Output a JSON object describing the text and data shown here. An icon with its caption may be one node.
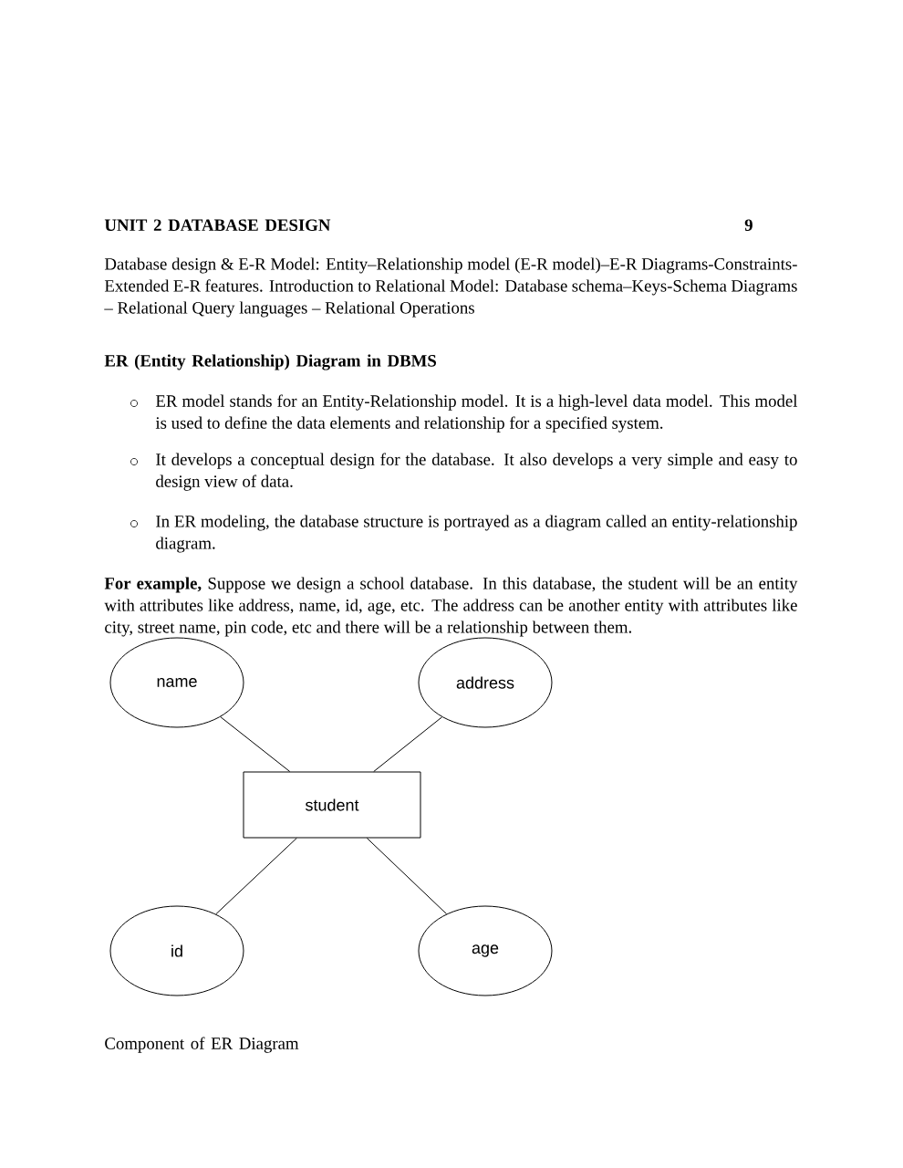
{
  "diagram": {
    "title": "UNIT 2 DATABASE DESIGN",
    "caption": "Component of ER Diagram",
    "nodes": [
      {
        "text": [
          "name"
        ]
      },
      {
        "text": [
          "address"
        ]
      },
      {
        "text": [
          "student"
        ]
      },
      {
        "text": [
          "id"
        ]
      },
      {
        "text": [
          "age"
        ]
      }
    ],
    "edges": [
      {
        "from": 0,
        "to": 2,
        "arrow": "none"
      },
      {
        "from": 1,
        "to": 2,
        "arrow": "none"
      },
      {
        "from": 2,
        "to": 3,
        "arrow": "none"
      },
      {
        "from": 2,
        "to": 4,
        "arrow": "none"
      }
    ],
    "labels": [
      "9",
      "Database design & E-R Model: Entity–Relationship model (E-R model)–E-R Diagrams-Constraints-Extended E-R features. Introduction to Relational Model: Database schema–Keys-Schema Diagrams – Relational Query languages – Relational Operations",
      "ER (Entity Relationship) Diagram in DBMS",
      "ER model stands for an Entity-Relationship model. It is a high-level data model. This model is used to define the data elements and relationship for a specified system.",
      "It develops a conceptual design for the database. It also develops a very simple and easy to design view of data.",
      "In ER modeling, the database structure is portrayed as a diagram called an entity-relationship diagram.",
      "**For example,** Suppose we design a school database. In this database, the student will be an entity with attributes like address, name, id, age, etc. The address can be another entity with attributes like city, street name, pin code, etc and there will be a relationship between them."
    ]
  }
}
